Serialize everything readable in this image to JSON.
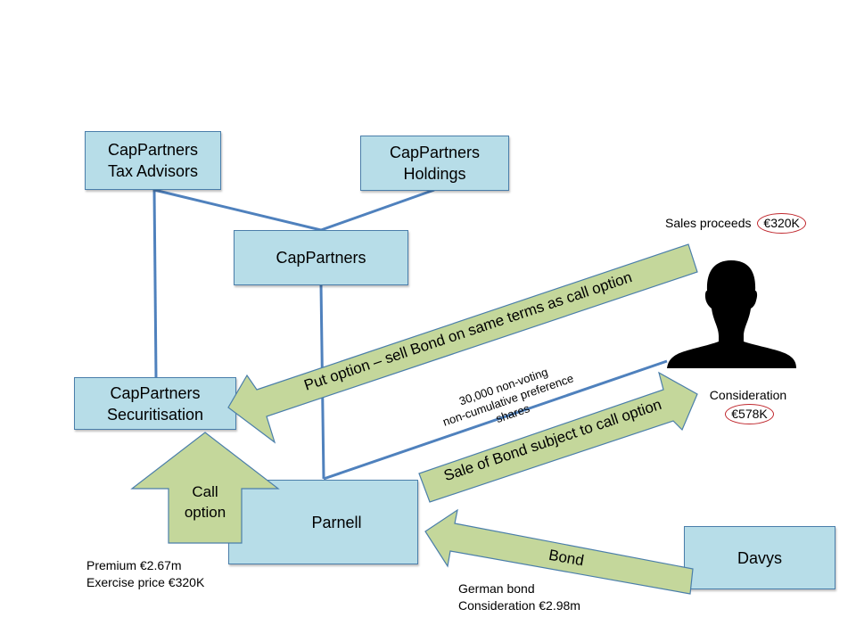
{
  "entities": {
    "tax_advisors": {
      "line1": "CapPartners",
      "line2": "Tax Advisors"
    },
    "holdings": {
      "line1": "CapPartners",
      "line2": "Holdings"
    },
    "cappartners": {
      "label": "CapPartners"
    },
    "securitisation": {
      "line1": "CapPartners",
      "line2": "Securitisation"
    },
    "parnell": {
      "label": "Parnell"
    },
    "davys": {
      "label": "Davys"
    },
    "individual": {
      "icon": "person-silhouette-icon"
    }
  },
  "arrows": {
    "put_option": {
      "label": "Put option – sell Bond on same terms as call option",
      "from": "individual",
      "to": "securitisation"
    },
    "sale_of_bond": {
      "label": "Sale of Bond subject to call option",
      "from": "parnell",
      "to": "individual"
    },
    "call_option": {
      "line1": "Call",
      "line2": "option",
      "from": "parnell",
      "to": "securitisation"
    },
    "bond": {
      "label": "Bond",
      "from": "davys",
      "to": "parnell"
    }
  },
  "shares_label": {
    "line1": "30,000 non-voting",
    "line2": "non-cumulative preference",
    "line3": "shares"
  },
  "annotations": {
    "sales_proceeds": {
      "label": "Sales proceeds",
      "value": "€320K"
    },
    "consideration_individual": {
      "label": "Consideration",
      "value": "€578K"
    },
    "call_option_terms": {
      "line1": "Premium €2.67m",
      "line2": "Exercise price €320K"
    },
    "german_bond": {
      "line1": "German bond",
      "line2": "Consideration €2.98m"
    }
  },
  "colors": {
    "box_fill": "#b7dde8",
    "box_border": "#4a7eaa",
    "arrow_fill": "#c4d79b",
    "arrow_border": "#4a7eaa",
    "connector": "#4f81bd",
    "highlight_circle": "#c0282e"
  }
}
